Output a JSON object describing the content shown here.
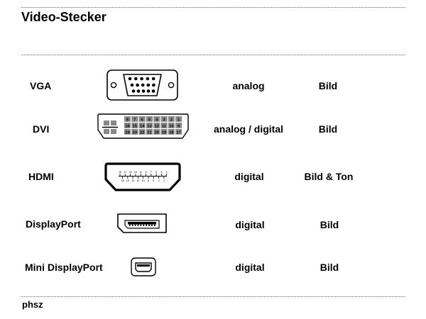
{
  "page": {
    "title": "Video-Stecker",
    "footer": "phsz"
  },
  "rows": [
    {
      "name": "VGA",
      "signal": "analog",
      "transmits": "Bild",
      "icon": "vga-connector-icon"
    },
    {
      "name": "DVI",
      "signal": "analog / digital",
      "transmits": "Bild",
      "icon": "dvi-connector-icon"
    },
    {
      "name": "HDMI",
      "signal": "digital",
      "transmits": "Bild & Ton",
      "icon": "hdmi-connector-icon"
    },
    {
      "name": "DisplayPort",
      "signal": "digital",
      "transmits": "Bild",
      "icon": "displayport-connector-icon"
    },
    {
      "name": "Mini DisplayPort",
      "signal": "digital",
      "transmits": "Bild",
      "icon": "mini-displayport-connector-icon"
    }
  ],
  "dvi_pins": {
    "row1": [
      "8",
      "7",
      "6",
      "5",
      "4",
      "3",
      "2",
      "1"
    ],
    "row2": [
      "16",
      "15",
      "14",
      "13",
      "12",
      "11",
      "10",
      "9"
    ],
    "row3": [
      "24",
      "23",
      "22",
      "21",
      "20",
      "19",
      "18",
      "17"
    ]
  },
  "hdmi_pins": {
    "top": [
      "19",
      "17",
      "15",
      "13",
      "11",
      "9",
      "7",
      "5",
      "3",
      "1"
    ],
    "bottom": [
      "18",
      "16",
      "14",
      "12",
      "10",
      "8",
      "6",
      "4",
      "2"
    ]
  }
}
